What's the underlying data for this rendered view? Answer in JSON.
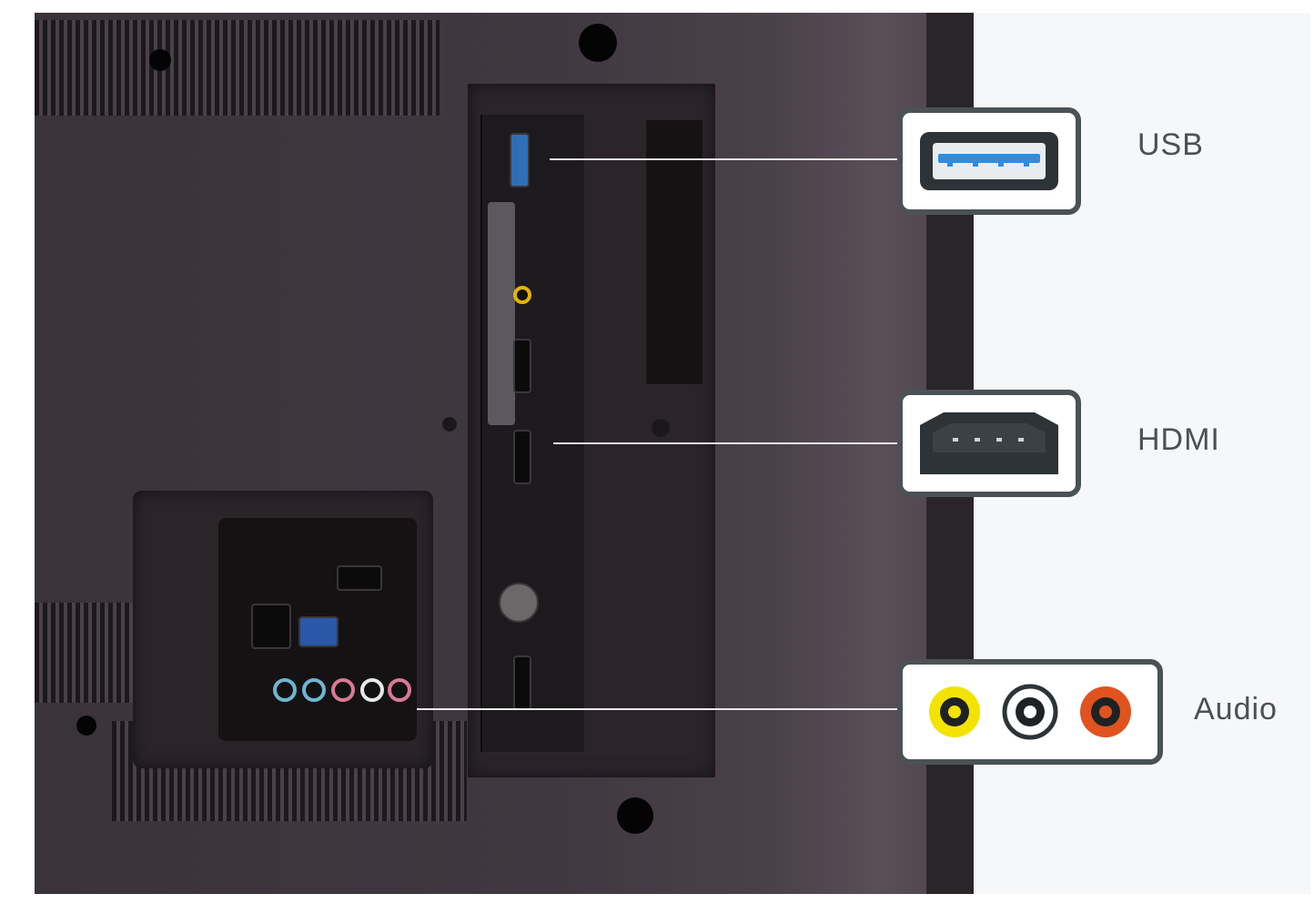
{
  "labels": {
    "usb": "USB",
    "hdmi": "HDMI",
    "audio": "Audio"
  },
  "icons": [
    "usb-port-icon",
    "hdmi-port-icon",
    "rca-audio-icon"
  ],
  "colors": {
    "usb_blue": "#2f8de0",
    "rca_yellow": "#f3e300",
    "rca_white": "#ffffff",
    "rca_red": "#e0531f",
    "icon_border": "#4b5256",
    "panel_bg": "#f6f7f8"
  }
}
